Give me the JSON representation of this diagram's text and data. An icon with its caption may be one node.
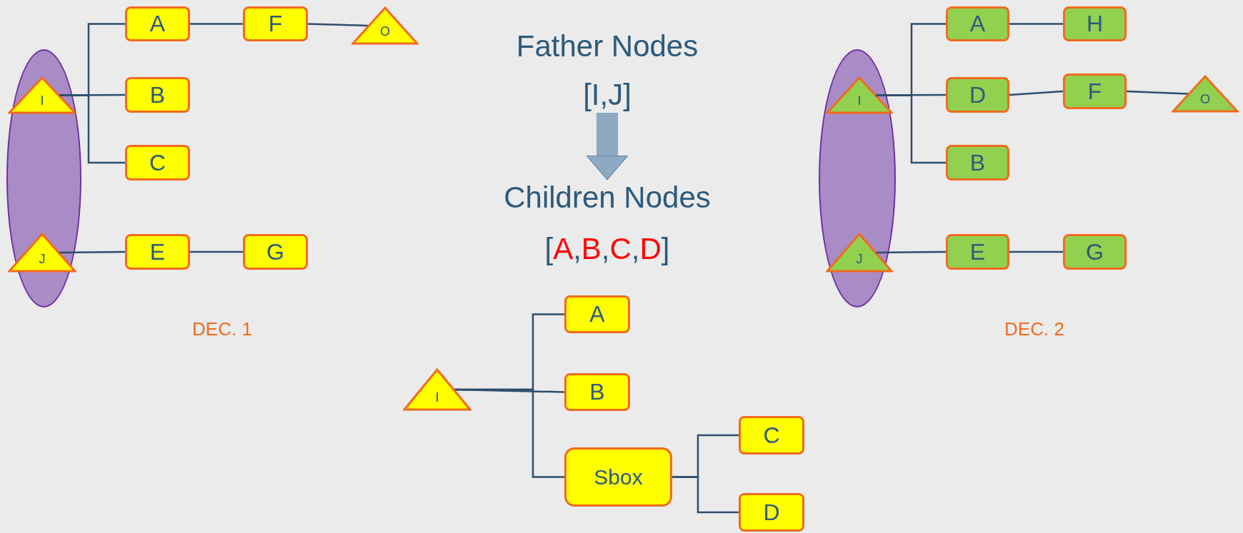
{
  "diagram": {
    "nodes": [
      {
        "text": [],
        "shape": "ellipse"
      },
      {
        "text": [
          "I"
        ],
        "in": 0
      },
      {
        "text": [
          "J"
        ],
        "in": 0
      },
      {
        "text": [
          "A"
        ]
      },
      {
        "text": [
          "F"
        ]
      },
      {
        "text": [
          "O"
        ]
      },
      {
        "text": [
          "B"
        ]
      },
      {
        "text": [
          "C"
        ]
      },
      {
        "text": [
          "E"
        ]
      },
      {
        "text": [
          "G"
        ]
      },
      {
        "text": [
          "Father Nodes",
          "[I,J]"
        ]
      },
      {
        "text": [
          "Children Nodes",
          "[A,B,C,D]"
        ]
      },
      {
        "text": [],
        "shape": "ellipse"
      },
      {
        "text": [
          "I"
        ],
        "in": 12
      },
      {
        "text": [
          "J"
        ],
        "in": 12
      },
      {
        "text": [
          "A"
        ]
      },
      {
        "text": [
          "H"
        ]
      },
      {
        "text": [
          "D"
        ]
      },
      {
        "text": [
          "F"
        ]
      },
      {
        "text": [
          "O"
        ]
      },
      {
        "text": [
          "B"
        ]
      },
      {
        "text": [
          "E"
        ]
      },
      {
        "text": [
          "G"
        ]
      },
      {
        "text": [
          "I"
        ]
      },
      {
        "text": [
          "A"
        ]
      },
      {
        "text": [
          "B"
        ]
      },
      {
        "text": [
          "Sbox"
        ]
      },
      {
        "text": [
          "C"
        ]
      },
      {
        "text": [
          "D"
        ]
      }
    ],
    "edges": [
      {
        "from": 1,
        "to": 3,
        "arrow": "none"
      },
      {
        "from": 1,
        "to": 6,
        "arrow": "none"
      },
      {
        "from": 1,
        "to": 7,
        "arrow": "none"
      },
      {
        "from": 3,
        "to": 4,
        "arrow": "none"
      },
      {
        "from": 4,
        "to": 5,
        "arrow": "none"
      },
      {
        "from": 2,
        "to": 8,
        "arrow": "none"
      },
      {
        "from": 8,
        "to": 9,
        "arrow": "none"
      },
      {
        "from": 10,
        "to": 11,
        "arrow": "to",
        "style": "thick",
        "color": "#8ea9c1"
      },
      {
        "from": 13,
        "to": 15,
        "arrow": "none"
      },
      {
        "from": 13,
        "to": 17,
        "arrow": "none"
      },
      {
        "from": 13,
        "to": 20,
        "arrow": "none"
      },
      {
        "from": 15,
        "to": 16,
        "arrow": "none"
      },
      {
        "from": 17,
        "to": 18,
        "arrow": "none"
      },
      {
        "from": 18,
        "to": 19,
        "arrow": "none"
      },
      {
        "from": 14,
        "to": 21,
        "arrow": "none"
      },
      {
        "from": 21,
        "to": 22,
        "arrow": "none"
      },
      {
        "from": 23,
        "to": 24,
        "arrow": "none"
      },
      {
        "from": 23,
        "to": 25,
        "arrow": "none"
      },
      {
        "from": 23,
        "to": 26,
        "arrow": "none"
      },
      {
        "from": 26,
        "to": 27,
        "arrow": "none"
      },
      {
        "from": 26,
        "to": 28,
        "arrow": "none"
      }
    ],
    "labels": [
      "DEC. 1",
      "DEC. 2"
    ]
  }
}
